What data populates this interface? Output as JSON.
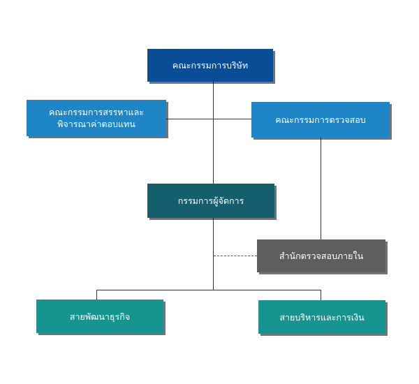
{
  "colors": {
    "board": "#0a4d97",
    "committee": "#1e86c6",
    "management": "#145e6d",
    "audit_unit": "#5e5e5e",
    "division": "#169590",
    "connector": "#333333"
  },
  "chart": {
    "board": {
      "label": "คณะกรรมการบริษัท"
    },
    "nomination_committee": {
      "line1": "คณะกรรมการสรรหาและ",
      "line2": "พิจารณาค่าตอบแทน"
    },
    "audit_committee": {
      "label": "คณะกรรมการตรวจสอบ"
    },
    "managing_director": {
      "label": "กรรมการผู้จัดการ"
    },
    "internal_audit": {
      "label": "สำนักตรวจสอบภายใน"
    },
    "business_development": {
      "label": "สายพัฒนาธุรกิจ"
    },
    "admin_finance": {
      "label": "สายบริหารและการเงิน"
    }
  }
}
